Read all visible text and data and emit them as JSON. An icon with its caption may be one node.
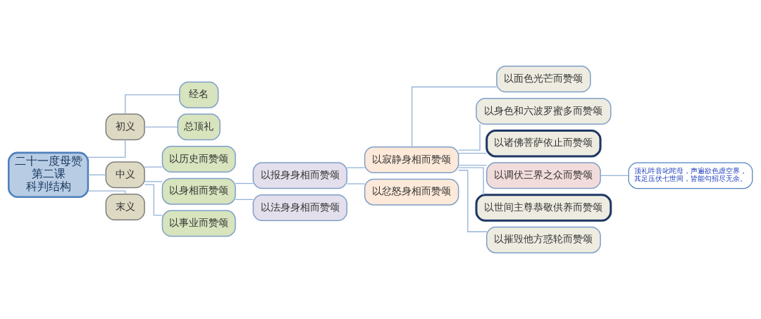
{
  "diagram": {
    "nodes": [
      {
        "text": [
          "二十一度母赞",
          "第二课",
          "科判结构"
        ]
      },
      {
        "text": [
          "初义"
        ]
      },
      {
        "text": [
          "经名"
        ]
      },
      {
        "text": [
          "总顶礼"
        ]
      },
      {
        "text": [
          "中义"
        ]
      },
      {
        "text": [
          "以历史而赞颂"
        ]
      },
      {
        "text": [
          "以身相而赞颂"
        ]
      },
      {
        "text": [
          "以报身身相而赞颂"
        ]
      },
      {
        "text": [
          "以寂静身相而赞颂"
        ]
      },
      {
        "text": [
          "以面色光芒而赞颂"
        ]
      },
      {
        "text": [
          "以身色和六波罗蜜多而赞颂"
        ]
      },
      {
        "text": [
          "以诸佛菩萨依止而赞颂"
        ]
      },
      {
        "text": [
          "以调伏三界之众而赞颂"
        ]
      },
      {
        "text": [
          "顶礼吽音叱咤母，声遍欲色虚空界，其足压伏七世间，皆能勾招尽无余。"
        ]
      },
      {
        "text": [
          "以世间主尊恭敬供养而赞颂"
        ]
      },
      {
        "text": [
          "以摧毁他方惑轮而赞颂"
        ]
      },
      {
        "text": [
          "以忿怒身相而赞颂"
        ]
      },
      {
        "text": [
          "以法身身相而赞颂"
        ]
      },
      {
        "text": [
          "以事业而赞颂"
        ]
      },
      {
        "text": [
          "末义"
        ]
      }
    ],
    "edges": [
      {
        "from": 0,
        "to": 1,
        "arrow": "none"
      },
      {
        "from": 1,
        "to": 2,
        "arrow": "none"
      },
      {
        "from": 1,
        "to": 3,
        "arrow": "none"
      },
      {
        "from": 0,
        "to": 4,
        "arrow": "none"
      },
      {
        "from": 4,
        "to": 5,
        "arrow": "none"
      },
      {
        "from": 4,
        "to": 6,
        "arrow": "none"
      },
      {
        "from": 6,
        "to": 7,
        "arrow": "none"
      },
      {
        "from": 7,
        "to": 8,
        "arrow": "none"
      },
      {
        "from": 8,
        "to": 9,
        "arrow": "none"
      },
      {
        "from": 8,
        "to": 10,
        "arrow": "none"
      },
      {
        "from": 8,
        "to": 11,
        "arrow": "none"
      },
      {
        "from": 8,
        "to": 12,
        "arrow": "none"
      },
      {
        "from": 12,
        "to": 13,
        "arrow": "none"
      },
      {
        "from": 8,
        "to": 14,
        "arrow": "none"
      },
      {
        "from": 8,
        "to": 15,
        "arrow": "none"
      },
      {
        "from": 7,
        "to": 16,
        "arrow": "none"
      },
      {
        "from": 6,
        "to": 17,
        "arrow": "none"
      },
      {
        "from": 4,
        "to": 18,
        "arrow": "none"
      },
      {
        "from": 0,
        "to": 19,
        "arrow": "none"
      }
    ]
  }
}
